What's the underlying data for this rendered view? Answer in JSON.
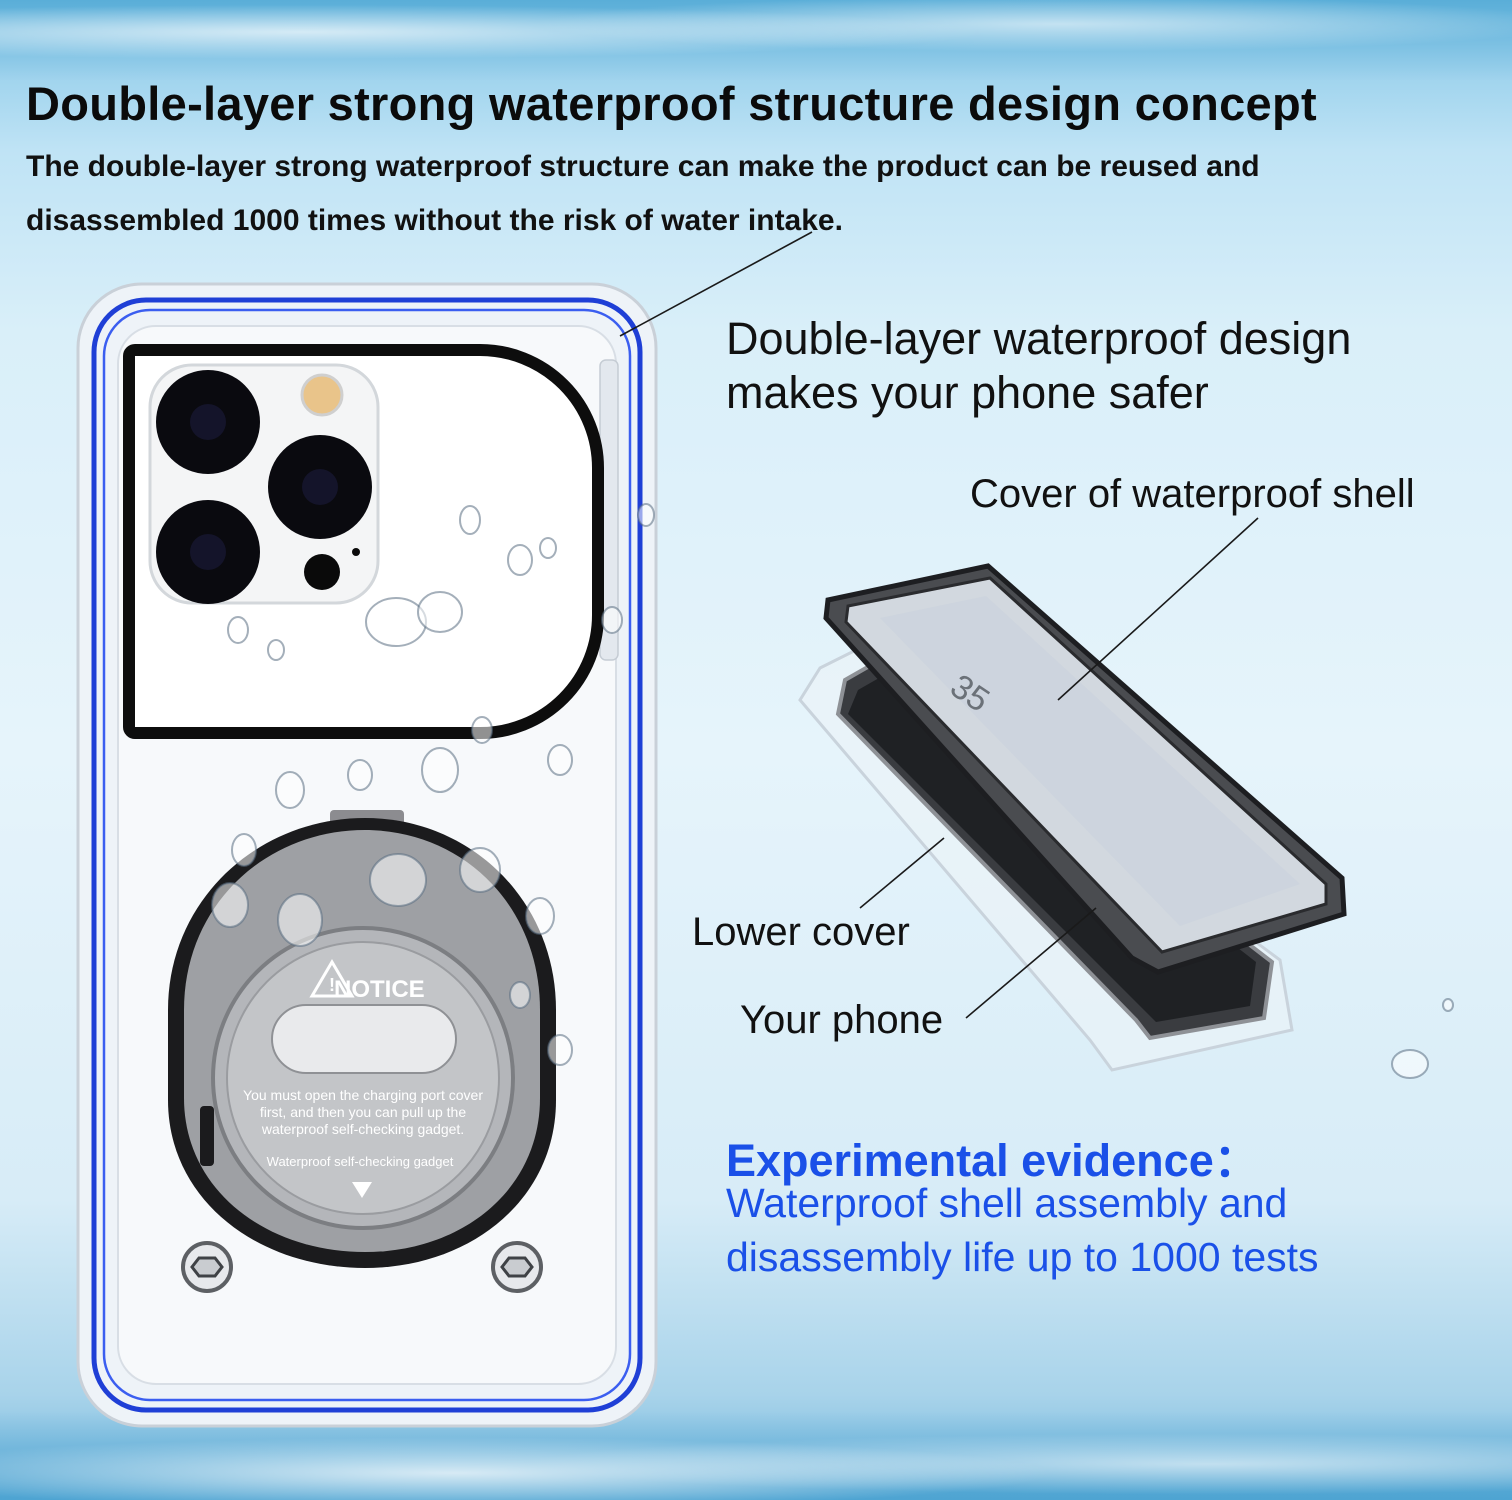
{
  "header": {
    "title": "Double-layer strong waterproof structure design concept",
    "subtitle": "The double-layer strong waterproof structure can make the product can be reused and disassembled 1000 times without the risk of water intake."
  },
  "tagline": "Double-layer waterproof design makes your phone safer",
  "callouts": {
    "cover": "Cover of waterproof shell",
    "lower": "Lower cover",
    "phone": "Your phone"
  },
  "notice": {
    "title": "NOTICE",
    "body_lines": [
      "You must open the charging port cover",
      "first, and then you can pull up the",
      "waterproof self-checking gadget."
    ],
    "gadget_label": "Waterproof self-checking gadget"
  },
  "evidence": {
    "title": "Experimental evidence：",
    "body": "Waterproof shell assembly and disassembly life up to 1000 tests"
  },
  "colors": {
    "heading": "#0b0b0b",
    "evidence": "#1a50e8",
    "case_edge_blue": "#1f3fd6"
  }
}
